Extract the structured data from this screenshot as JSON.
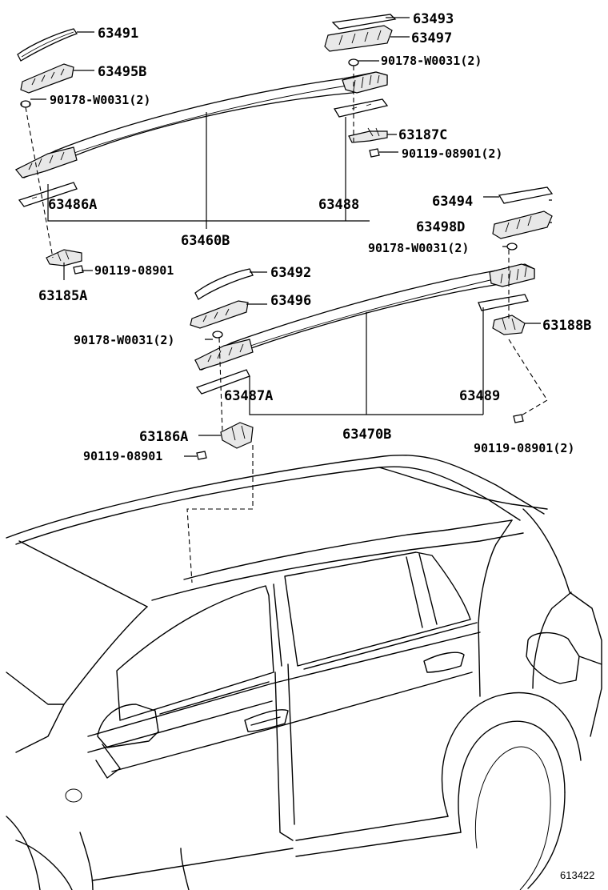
{
  "diagram_title": "",
  "reference_number": "613422",
  "labels": {
    "p63491": "63491",
    "p63495B": "63495B",
    "p90178_left": "90178-W0031(2)",
    "p63486A": "63486A",
    "p63460B": "63460B",
    "p63488": "63488",
    "p90119_left": "90119-08901",
    "p63185A": "63185A",
    "p63493": "63493",
    "p63497": "63497",
    "p90178_top_right": "90178-W0031(2)",
    "p63187C": "63187C",
    "p90119_top_right": "90119-08901(2)",
    "p63494": "63494",
    "p63498D": "63498D",
    "p90178_mid_right": "90178-W0031(2)",
    "p63188B": "63188B",
    "p63489": "63489",
    "p90119_bottom_right": "90119-08901(2)",
    "p63492": "63492",
    "p63496": "63496",
    "p90178_mid_left": "90178-W0031(2)",
    "p63487A": "63487A",
    "p63470B": "63470B",
    "p63186A": "63186A",
    "p90119_bottom_left": "90119-08901"
  }
}
